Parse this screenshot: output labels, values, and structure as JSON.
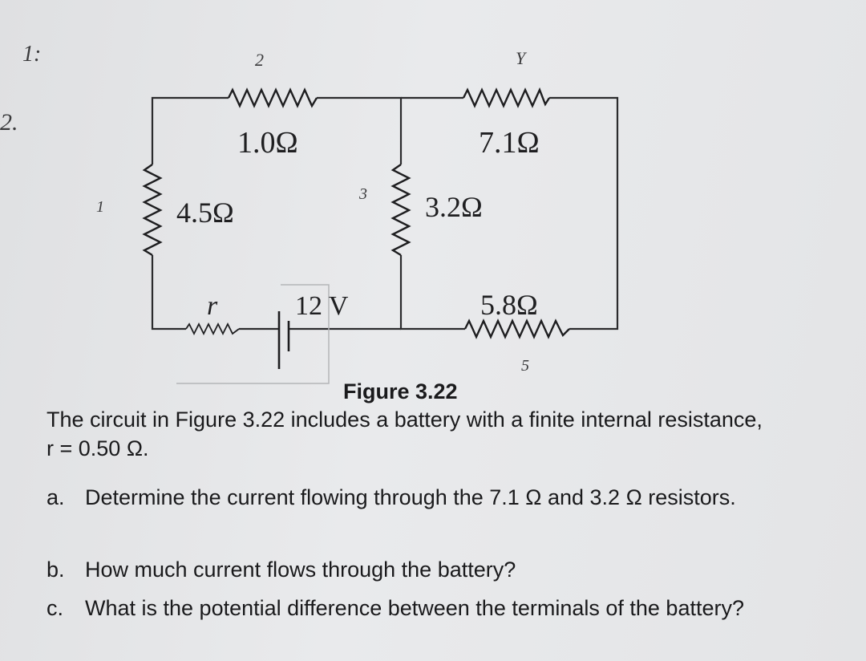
{
  "figure": {
    "resistors": {
      "r1": "1.0Ω",
      "r2": "7.1Ω",
      "r3": "4.5Ω",
      "r4": "3.2Ω",
      "r5": "5.8Ω",
      "internal": "r"
    },
    "battery_label": "12 V",
    "caption": "Figure 3.22",
    "handwritten": {
      "top_left": "1:",
      "problem_number": "2.",
      "n2": "2",
      "nY": "Y",
      "n1": "1",
      "n3": "3",
      "n5": "5"
    }
  },
  "text": {
    "intro": "The circuit in Figure 3.22 includes a battery with a finite internal resistance, r = 0.50 Ω.",
    "questions": [
      {
        "label": "a.",
        "text": "Determine the current flowing through the 7.1 Ω and 3.2 Ω resistors."
      },
      {
        "label": "b.",
        "text": "How much current flows through the battery?"
      },
      {
        "label": "c.",
        "text": "What is the potential difference between the terminals of the battery?"
      }
    ]
  }
}
